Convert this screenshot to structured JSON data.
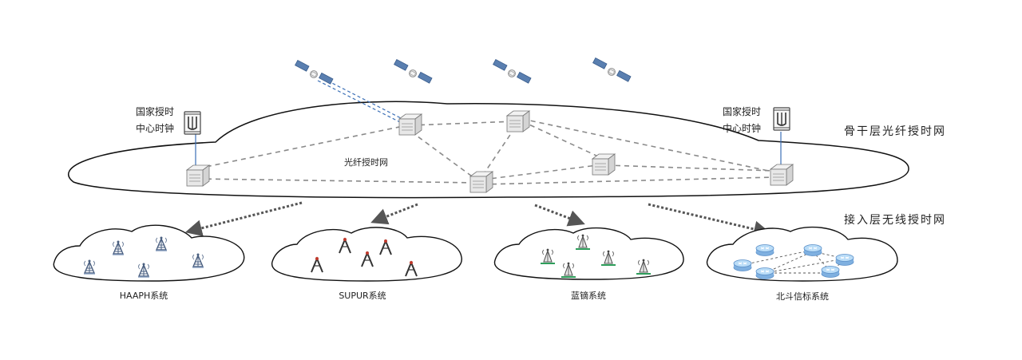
{
  "labels": {
    "clock_left_line1": "国家授时",
    "clock_left_line2": "中心时钟",
    "clock_right_line1": "国家授时",
    "clock_right_line2": "中心时钟",
    "fiber_net": "光纤授时网",
    "backbone_layer": "骨干层光纤授时网",
    "access_layer": "接入层无线授时网"
  },
  "systems": [
    {
      "label": "HAAPH系统",
      "icon": "haaph-tower-icon"
    },
    {
      "label": "SUPUR系统",
      "icon": "supur-tower-icon"
    },
    {
      "label": "蓝镝系统",
      "icon": "landi-station-icon"
    },
    {
      "label": "北斗信标系统",
      "icon": "beidou-router-icon"
    }
  ],
  "colors": {
    "satellite_link": "#3b6fb6",
    "fiber_link": "#8a8a8a",
    "access_arrow": "#555555",
    "router_blue": "#9ec9ef",
    "landi_green": "#2e9e5b",
    "mast_red": "#c0392b"
  }
}
